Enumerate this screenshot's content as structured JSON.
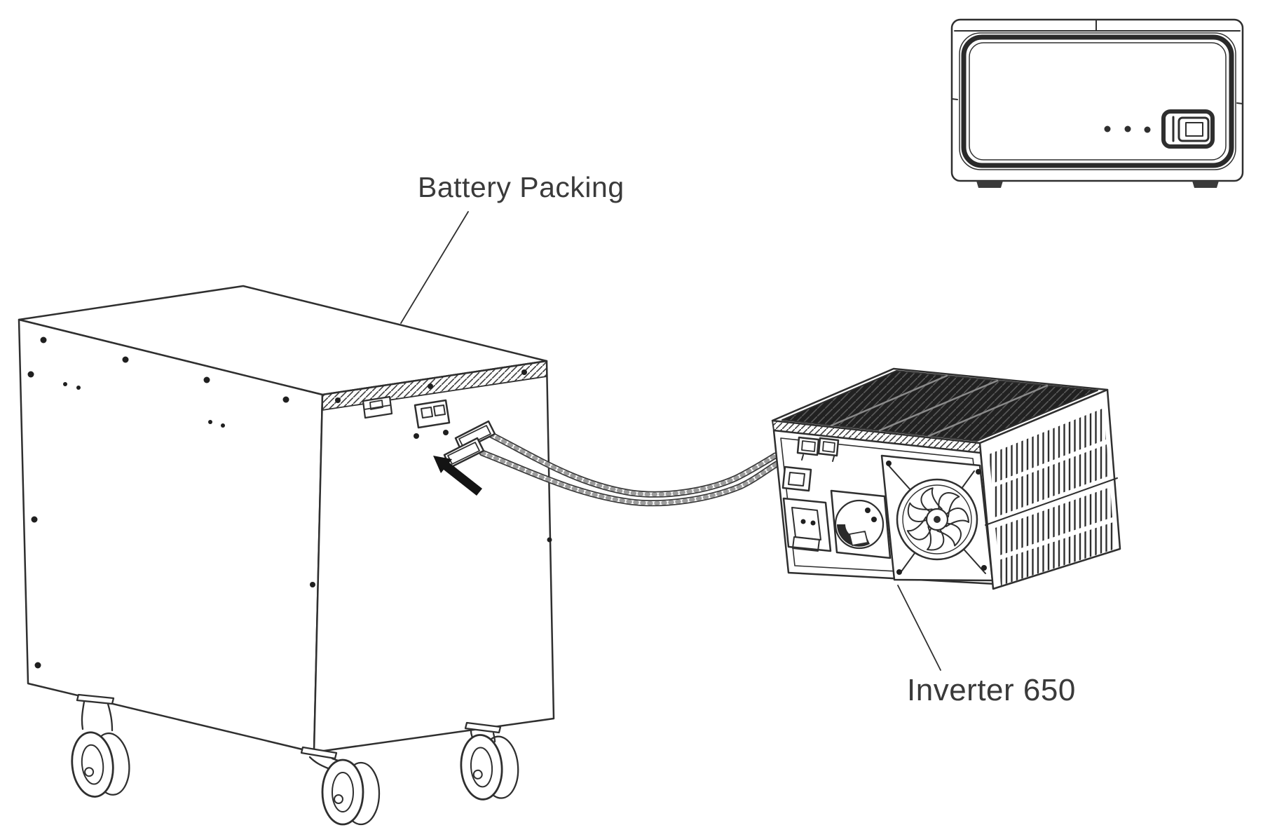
{
  "canvas": {
    "background": "#ffffff",
    "line_color": "#2f2f2f",
    "dark_fill": "#1f1f1f",
    "text_color": "#3a3a3a"
  },
  "labels": {
    "battery_packing": {
      "text": "Battery Packing"
    },
    "inverter": {
      "text": "Inverter 650"
    }
  },
  "figures": [
    "battery-pack-trolley",
    "dc-cable-with-plug",
    "insert-direction-arrow",
    "inverter-rear-isometric",
    "inverter-front-panel"
  ]
}
